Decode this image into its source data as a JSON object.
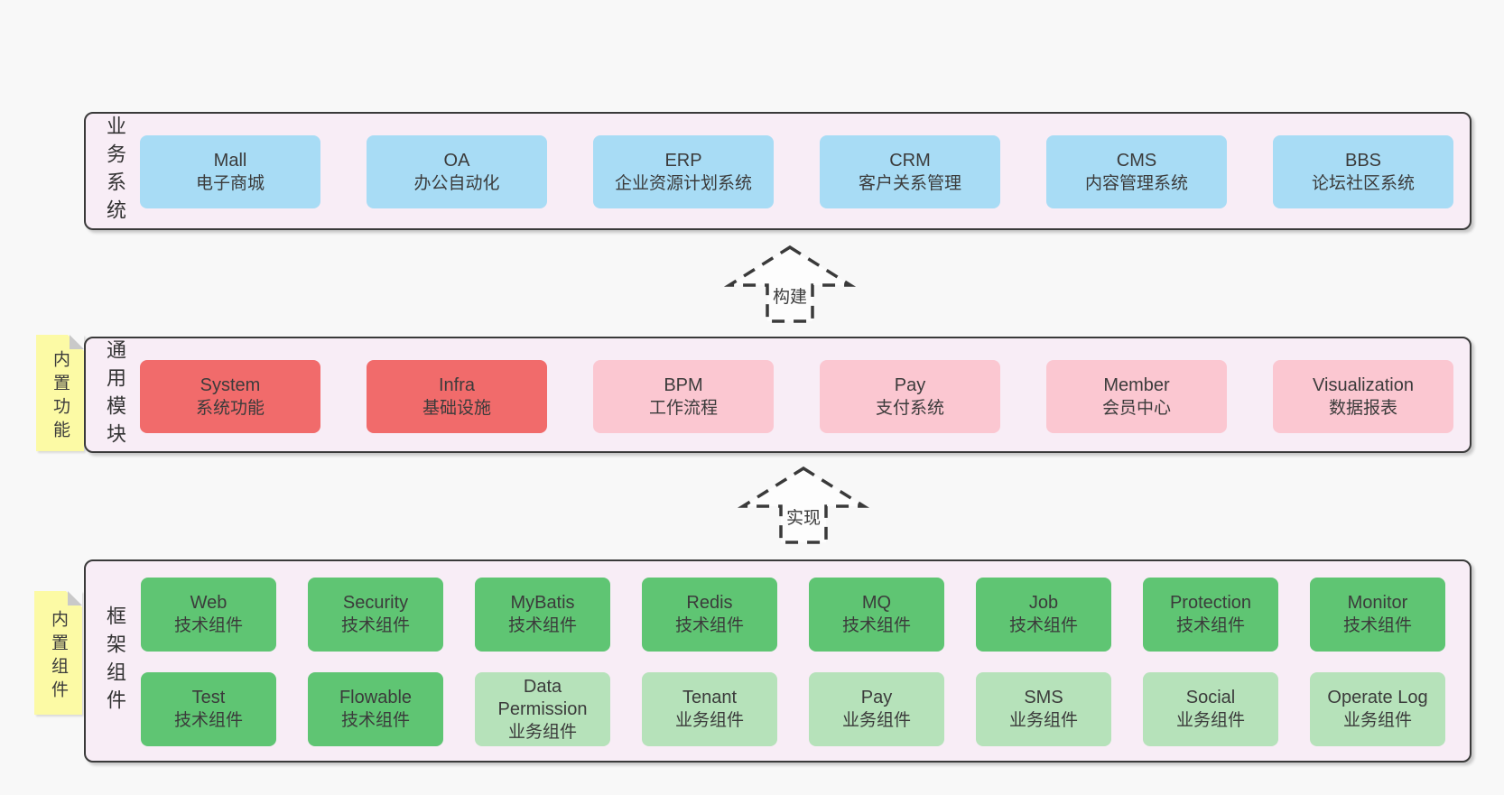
{
  "colors": {
    "page_bg": "#f8f8f8",
    "section_bg": "#f8edf6",
    "section_border": "#3a3a3a",
    "box_blue": "#a8dcf5",
    "box_red": "#f16b6b",
    "box_pink": "#fbc7d1",
    "box_green": "#5fc573",
    "box_green_light": "#b6e2ba",
    "note_yellow": "#fcfaa5",
    "note_fold_gray": "#c9c9c9",
    "text": "#3b3b3b"
  },
  "arrows": {
    "build": "构建",
    "implement": "实现"
  },
  "sections": {
    "business": {
      "label": "业务系统",
      "boxes": [
        {
          "name": "Mall",
          "desc": "电子商城",
          "type": "blue"
        },
        {
          "name": "OA",
          "desc": "办公自动化",
          "type": "blue"
        },
        {
          "name": "ERP",
          "desc": "企业资源计划系统",
          "type": "blue"
        },
        {
          "name": "CRM",
          "desc": "客户关系管理",
          "type": "blue"
        },
        {
          "name": "CMS",
          "desc": "内容管理系统",
          "type": "blue"
        },
        {
          "name": "BBS",
          "desc": "论坛社区系统",
          "type": "blue"
        }
      ]
    },
    "common": {
      "label": "通用模块",
      "note": "内置功能",
      "boxes": [
        {
          "name": "System",
          "desc": "系统功能",
          "type": "red"
        },
        {
          "name": "Infra",
          "desc": "基础设施",
          "type": "red"
        },
        {
          "name": "BPM",
          "desc": "工作流程",
          "type": "pink"
        },
        {
          "name": "Pay",
          "desc": "支付系统",
          "type": "pink"
        },
        {
          "name": "Member",
          "desc": "会员中心",
          "type": "pink"
        },
        {
          "name": "Visualization",
          "desc": "数据报表",
          "type": "pink"
        }
      ]
    },
    "framework": {
      "label": "框架组件",
      "note": "内置组件",
      "rows": [
        [
          {
            "name": "Web",
            "desc": "技术组件",
            "type": "green"
          },
          {
            "name": "Security",
            "desc": "技术组件",
            "type": "green"
          },
          {
            "name": "MyBatis",
            "desc": "技术组件",
            "type": "green"
          },
          {
            "name": "Redis",
            "desc": "技术组件",
            "type": "green"
          },
          {
            "name": "MQ",
            "desc": "技术组件",
            "type": "green"
          },
          {
            "name": "Job",
            "desc": "技术组件",
            "type": "green"
          },
          {
            "name": "Protection",
            "desc": "技术组件",
            "type": "green"
          },
          {
            "name": "Monitor",
            "desc": "技术组件",
            "type": "green"
          }
        ],
        [
          {
            "name": "Test",
            "desc": "技术组件",
            "type": "green"
          },
          {
            "name": "Flowable",
            "desc": "技术组件",
            "type": "green"
          },
          {
            "name": "Data Permission",
            "desc": "业务组件",
            "type": "green-light"
          },
          {
            "name": "Tenant",
            "desc": "业务组件",
            "type": "green-light"
          },
          {
            "name": "Pay",
            "desc": "业务组件",
            "type": "green-light"
          },
          {
            "name": "SMS",
            "desc": "业务组件",
            "type": "green-light"
          },
          {
            "name": "Social",
            "desc": "业务组件",
            "type": "green-light"
          },
          {
            "name": "Operate Log",
            "desc": "业务组件",
            "type": "green-light"
          }
        ]
      ]
    }
  }
}
